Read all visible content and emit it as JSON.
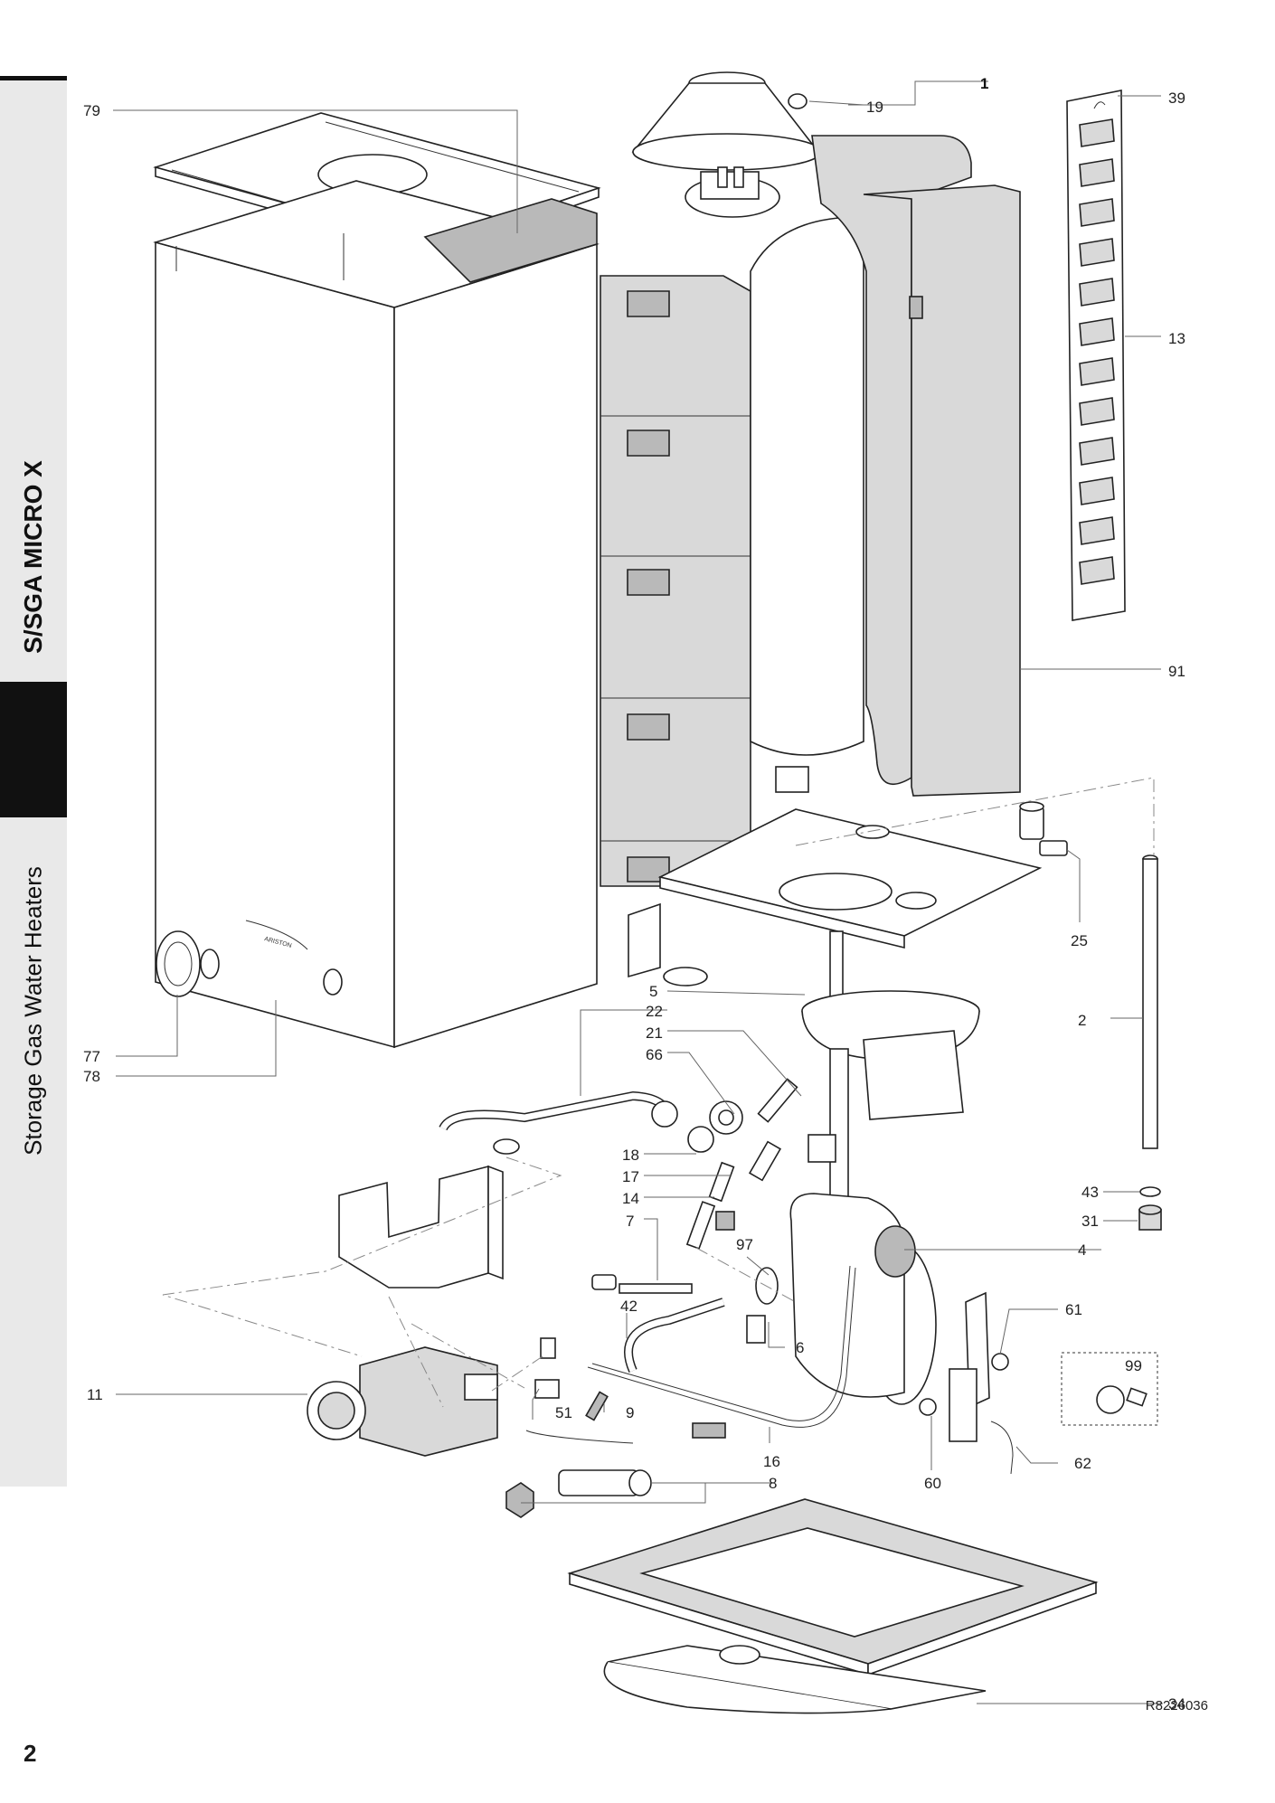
{
  "sidebar": {
    "title": "S/SGA MICRO X",
    "subtitle": "Storage Gas Water Heaters"
  },
  "footer": {
    "page_number": "2",
    "reference": "R8226036"
  },
  "part_labels": {
    "p1": "1",
    "p19": "19",
    "p39": "39",
    "p79": "79",
    "p13": "13",
    "p91": "91",
    "p25": "25",
    "p2": "2",
    "p5": "5",
    "p22": "22",
    "p21": "21",
    "p66": "66",
    "p77": "77",
    "p78": "78",
    "p18": "18",
    "p17": "17",
    "p14": "14",
    "p7": "7",
    "p97": "97",
    "p43": "43",
    "p31": "31",
    "p4": "4",
    "p42": "42",
    "p6": "6",
    "p61": "61",
    "p99": "99",
    "p11": "11",
    "p51": "51",
    "p9": "9",
    "p16": "16",
    "p8": "8",
    "p60": "60",
    "p62": "62",
    "p34": "34"
  }
}
